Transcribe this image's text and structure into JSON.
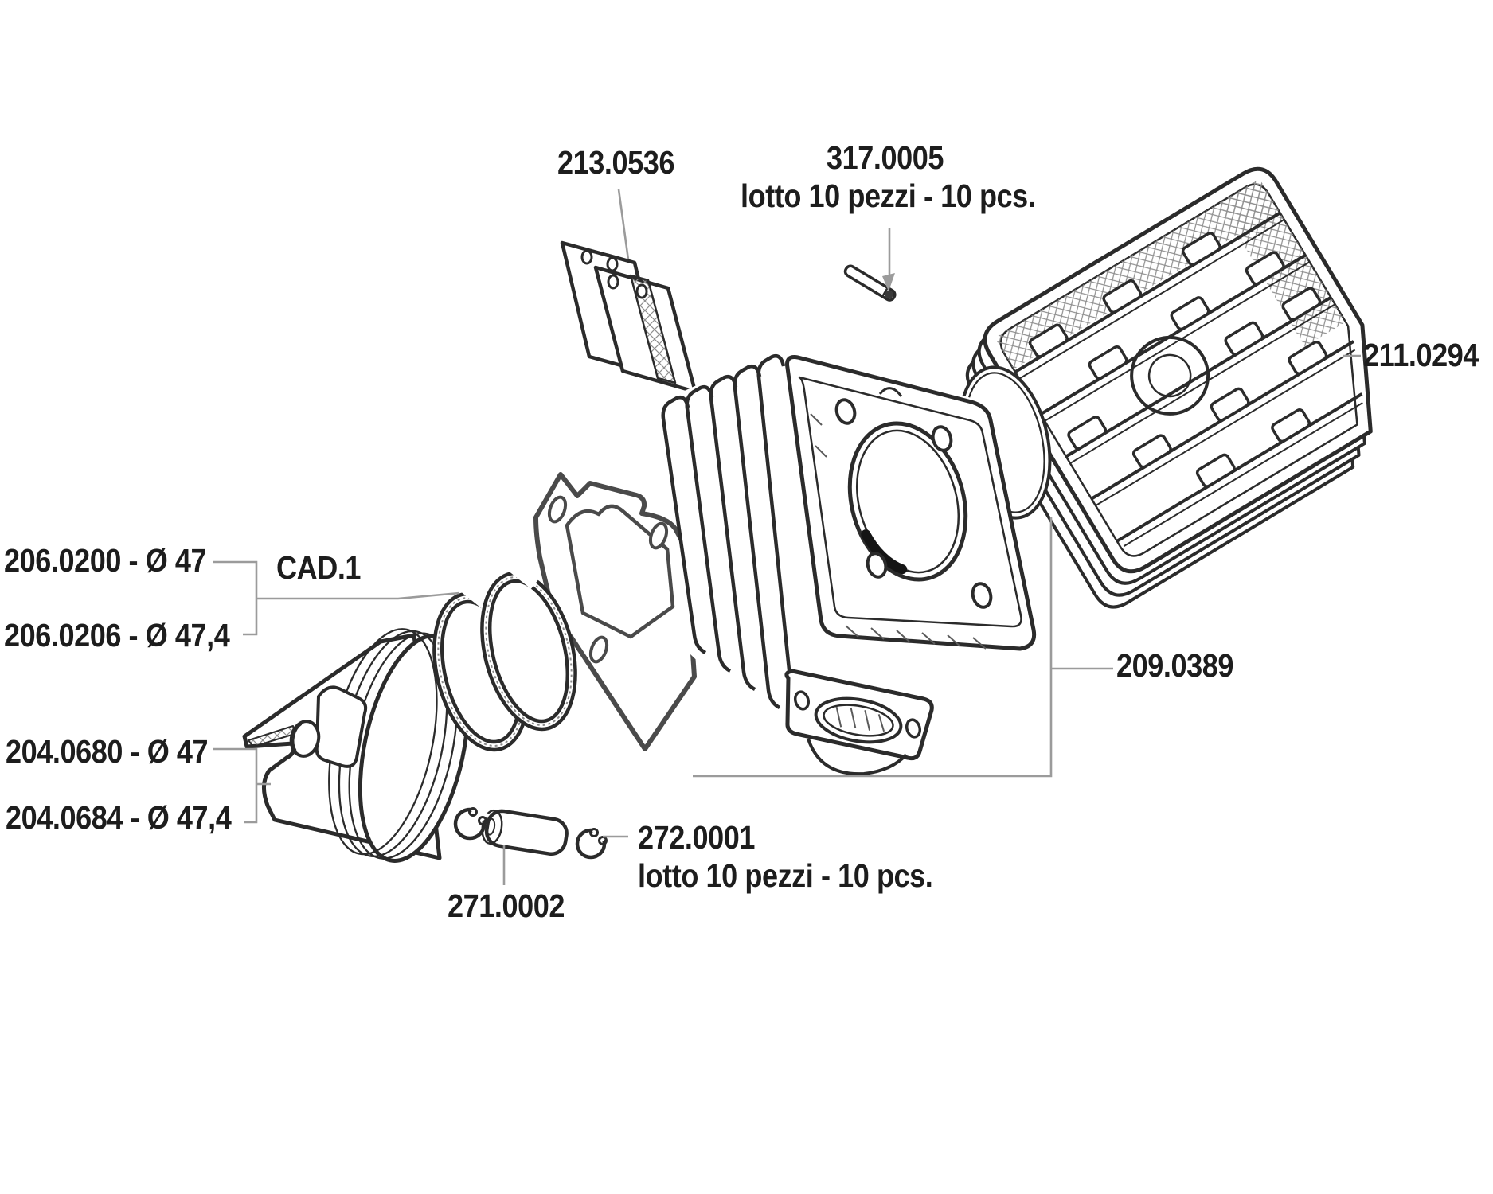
{
  "page": {
    "background": "#ffffff",
    "drawing_line_color": "#2b2b2b",
    "leader_line_color": "#9b9b9b",
    "text_color": "#1d1d1d",
    "type": "exploded-parts-diagram"
  },
  "labels": {
    "reed_plates": {
      "text": "213.0536"
    },
    "stud": {
      "text": "317.0005"
    },
    "stud_note": {
      "text": "lotto 10 pezzi - 10 pcs."
    },
    "cylinder_head": {
      "text": "211.0294"
    },
    "rings_d47": {
      "text": "206.0200 - Ø 47"
    },
    "rings_d474": {
      "text": "206.0206 - Ø 47,4"
    },
    "rings_group": {
      "text": "CAD.1"
    },
    "gasket_set": {
      "text": "209.0389"
    },
    "piston_d47": {
      "text": "204.0680 - Ø 47"
    },
    "piston_d474": {
      "text": "204.0684 - Ø 47,4"
    },
    "circlips": {
      "text": "272.0001"
    },
    "circlips_note": {
      "text": "lotto 10 pezzi - 10 pcs."
    },
    "piston_pin": {
      "text": "271.0002"
    }
  }
}
